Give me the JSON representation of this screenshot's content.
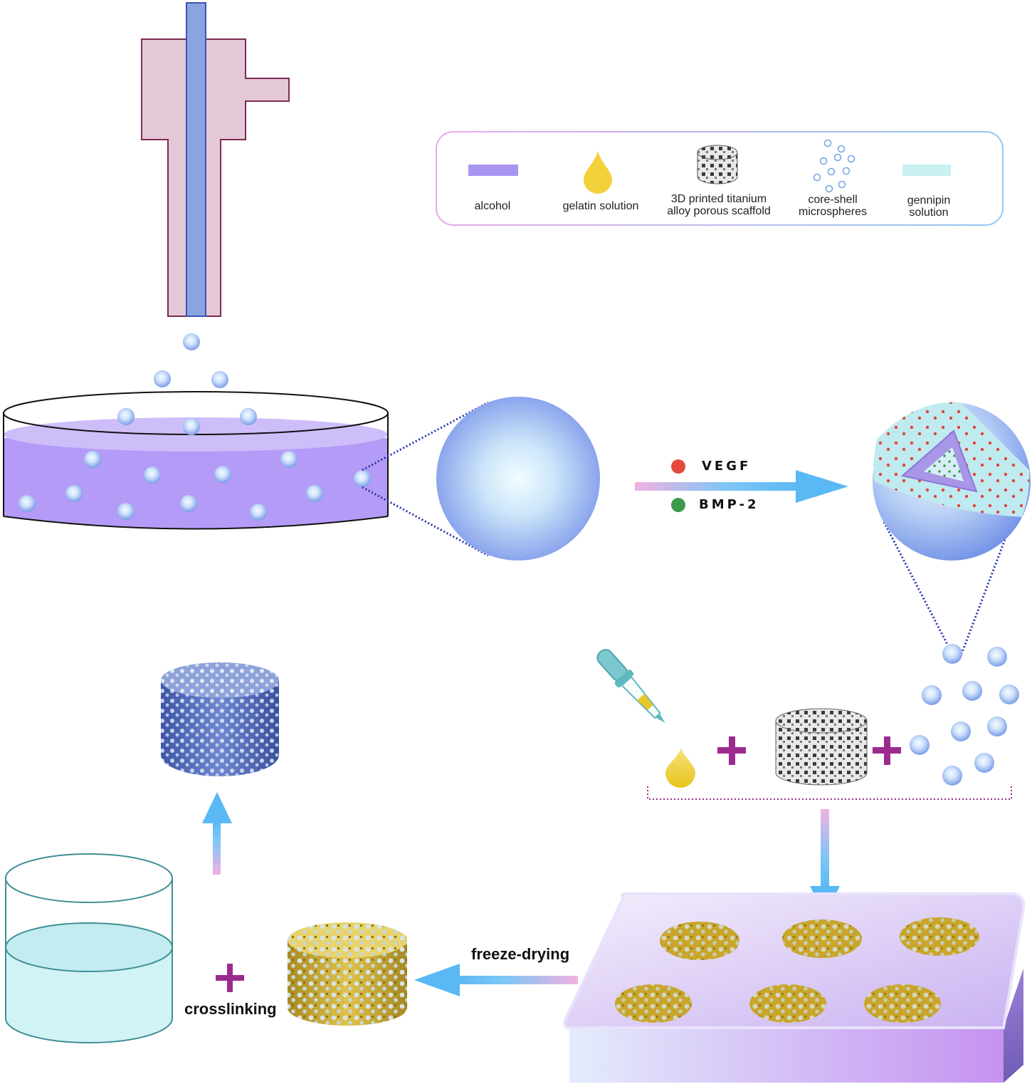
{
  "legend": {
    "items": [
      {
        "label_lines": [
          "alcohol"
        ],
        "icon": "alcohol-bar-icon",
        "color": "#a995f0"
      },
      {
        "label_lines": [
          "gelatin solution"
        ],
        "icon": "gelatin-drop-icon",
        "color": "#f2d13a"
      },
      {
        "label_lines": [
          "3D printed titanium",
          "alloy porous scaffold"
        ],
        "icon": "scaffold-icon",
        "color": "#8a8a8a"
      },
      {
        "label_lines": [
          "core-shell",
          "microspheres"
        ],
        "icon": "microspheres-icon",
        "color": "#6fa4e6"
      },
      {
        "label_lines": [
          "gennipin",
          "solution"
        ],
        "icon": "genipin-bar-icon",
        "color": "#c9f1f2"
      }
    ]
  },
  "growth_factors": [
    {
      "label": "VEGF",
      "color": "#e4483c"
    },
    {
      "label": "BMP-2",
      "color": "#3d9a4a"
    }
  ],
  "steps": {
    "freeze_drying": "freeze-drying",
    "crosslinking": "crosslinking"
  },
  "colors": {
    "nozzle": "#e6c8d8",
    "nozzle_core": "#8aa3e0",
    "alcohol": "#b39bf7",
    "microsphere": "#9ec0f4",
    "arrow": "#6cc0f5",
    "plus": "#9b2b8f",
    "scaffold_gold": "#c9a52a",
    "scaffold_blue": "#4a64b0",
    "genipin": "#d2f3f5"
  }
}
